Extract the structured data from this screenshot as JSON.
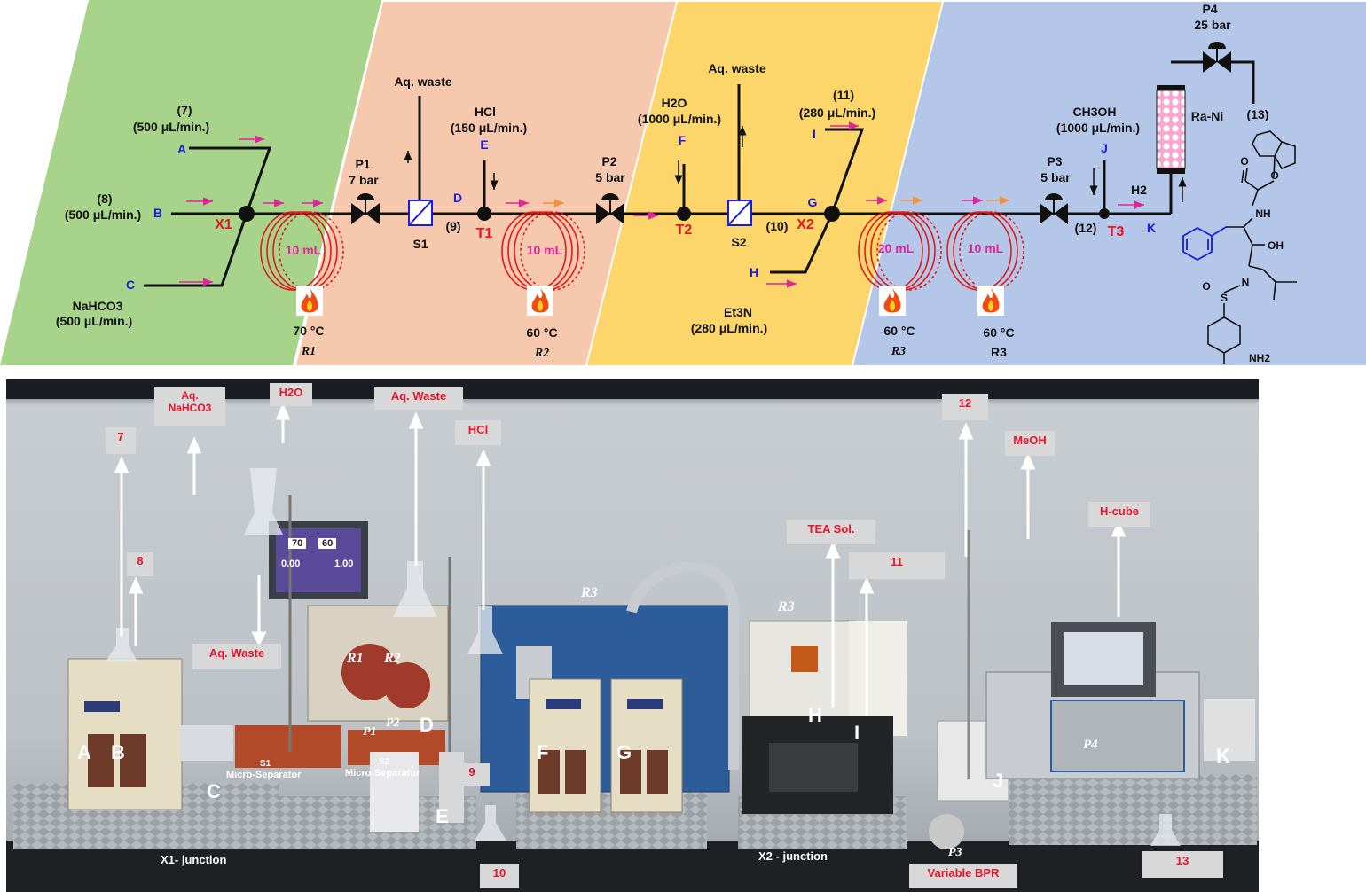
{
  "zones": {
    "colors": {
      "green": "#a8d38a",
      "orange": "#f6c8ad",
      "yellow": "#fcd66a",
      "blue": "#b5c7e8"
    }
  },
  "scheme": {
    "stream7": {
      "num": "(7)",
      "flow": "(500 μL/min.)",
      "letter": "A"
    },
    "stream8": {
      "num": "(8)",
      "flow": "(500 μL/min.)",
      "letter": "B"
    },
    "streamC": {
      "letter": "C",
      "reagent": "NaHCO3",
      "flow": "(500 μL/min.)"
    },
    "x1": "X1",
    "r1": {
      "volume": "10 mL",
      "temp": "70 °C",
      "label": "R1"
    },
    "p1": {
      "name": "P1",
      "pressure": "7 bar"
    },
    "aqwaste1": "Aq. waste",
    "s1": "S1",
    "d": {
      "letter": "D",
      "num": "(9)"
    },
    "hcl": {
      "reagent": "HCl",
      "flow": "(150 μL/min.)",
      "letter": "E"
    },
    "t1": "T1",
    "r2": {
      "volume": "10 mL",
      "temp": "60 °C",
      "label": "R2"
    },
    "p2": {
      "name": "P2",
      "pressure": "5 bar"
    },
    "h2o": {
      "reagent": "H2O",
      "flow": "(1000 μL/min.)",
      "letter": "F"
    },
    "t2": "T2",
    "aqwaste2": "Aq. waste",
    "s2": "S2",
    "num10": "(10)",
    "streamI": {
      "num": "(11)",
      "flow": "(280 μL/min.)",
      "letter": "I"
    },
    "g": "G",
    "x2": "X2",
    "h": "H",
    "et3n": {
      "reagent": "Et3N",
      "flow": "(280 μL/min.)"
    },
    "r3a": {
      "volume": "20 mL",
      "temp": "60 °C",
      "label": "R3"
    },
    "r3b": {
      "volume": "10 mL",
      "temp": "60 °C",
      "label": "R3"
    },
    "p3": {
      "name": "P3",
      "pressure": "5 bar"
    },
    "num12": "(12)",
    "meoh": {
      "reagent": "CH3OH",
      "flow": "(1000 μL/min.)",
      "letter": "J"
    },
    "t3": "T3",
    "k": "K",
    "h2": "H2",
    "p4": {
      "name": "P4",
      "pressure": "25 bar"
    },
    "raney": "Ra-Ni",
    "num13": "(13)",
    "molecule": {
      "nh": "NH",
      "oh": "OH",
      "n": "N",
      "o": "O",
      "s": "S",
      "nh2": "NH2"
    }
  },
  "photo": {
    "tags": {
      "t7": "7",
      "t8": "8",
      "nahco3": "Aq.\nNaHCO3",
      "h2o": "H2O",
      "aqwaste_top": "Aq. Waste",
      "hcl": "HCl",
      "aqwaste_left": "Aq. Waste",
      "t9": "9",
      "t10": "10",
      "tea": "TEA Sol.",
      "t11": "11",
      "t12": "12",
      "meoh": "MeOH",
      "hcube": "H-cube",
      "t13": "13",
      "bpr": "Variable BPR"
    },
    "letters": {
      "a": "A",
      "b": "B",
      "c": "C",
      "d": "D",
      "e": "E",
      "f": "F",
      "g": "G",
      "h": "H",
      "i": "I",
      "j": "J",
      "k": "K"
    },
    "labels": {
      "s1": "S1",
      "s1_sub": "Micro-Separator",
      "s2": "S2",
      "s2_sub": "Micro-Separator",
      "x1": "X1- junction",
      "x2": "X2 - junction",
      "r1": "R1",
      "r2": "R2",
      "p1": "P1",
      "p2": "P2",
      "r3a": "R3",
      "r3b": "R3",
      "p3": "P3",
      "p4": "P4"
    },
    "screen": {
      "v1": "70",
      "v2": "60",
      "v3": "0.00",
      "v4": "1.00"
    }
  }
}
